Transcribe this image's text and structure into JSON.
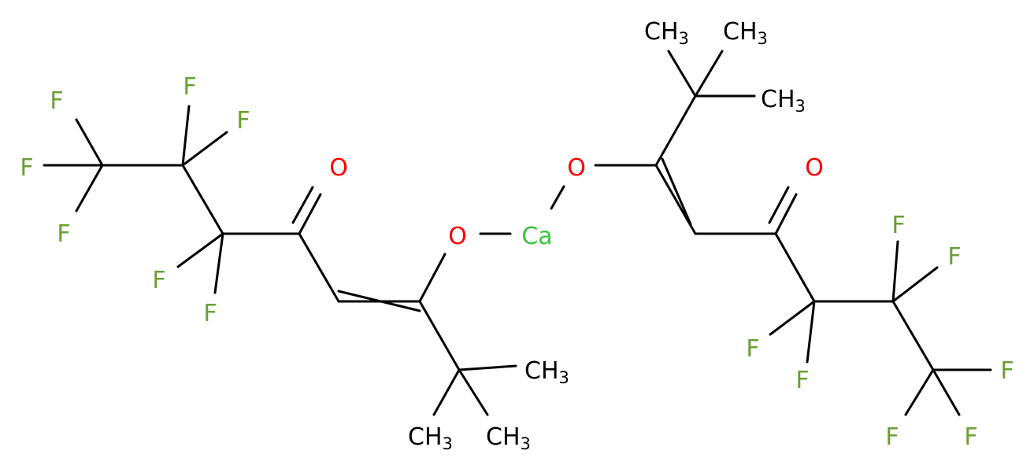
{
  "molecule": {
    "colors": {
      "bond": "#000000",
      "F": "#6a9f35",
      "O": "#ff0000",
      "Ca": "#3dc43d",
      "C": "#000000"
    },
    "labels": {
      "ca": "Ca",
      "o_left_enolate": "O",
      "o_left_ketone": "O",
      "o_right_enolate": "O",
      "o_right_ketone": "O",
      "f_left_1": "F",
      "f_left_2": "F",
      "f_left_3": "F",
      "f_left_4": "F",
      "f_left_5": "F",
      "f_left_6": "F",
      "f_left_7": "F",
      "f_right_1": "F",
      "f_right_2": "F",
      "f_right_3": "F",
      "f_right_4": "F",
      "f_right_5": "F",
      "f_right_6": "F",
      "f_right_7": "F",
      "ch3_main": "CH",
      "ch3_sub": "3"
    }
  }
}
